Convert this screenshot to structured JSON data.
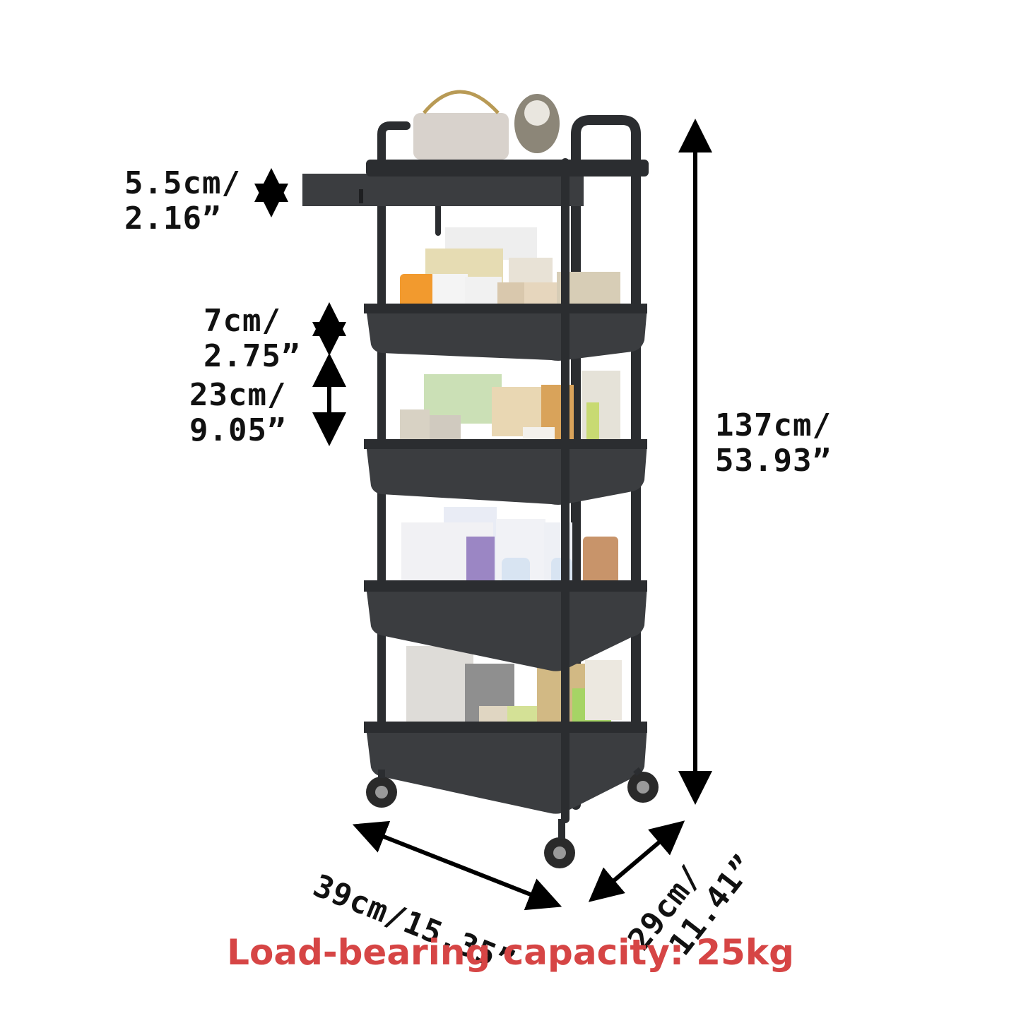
{
  "colors": {
    "cart": "#3b3d40",
    "cart_dark": "#2b2d30",
    "arrow": "#000000",
    "caption": "#d64545"
  },
  "dimensions": {
    "top_tray": {
      "line1": "5.5cm/",
      "line2": "2.16”"
    },
    "basket_depth": {
      "line1": "7cm/",
      "line2": "2.75”"
    },
    "shelf_gap": {
      "line1": "23cm/",
      "line2": "9.05”"
    },
    "height": {
      "line1": "137cm/",
      "line2": "53.93”"
    },
    "width": {
      "text": "39cm/15.35”"
    },
    "depth": {
      "line1": "29cm/",
      "line2": "11.41”"
    }
  },
  "caption": "Load-bearing capacity: 25kg"
}
